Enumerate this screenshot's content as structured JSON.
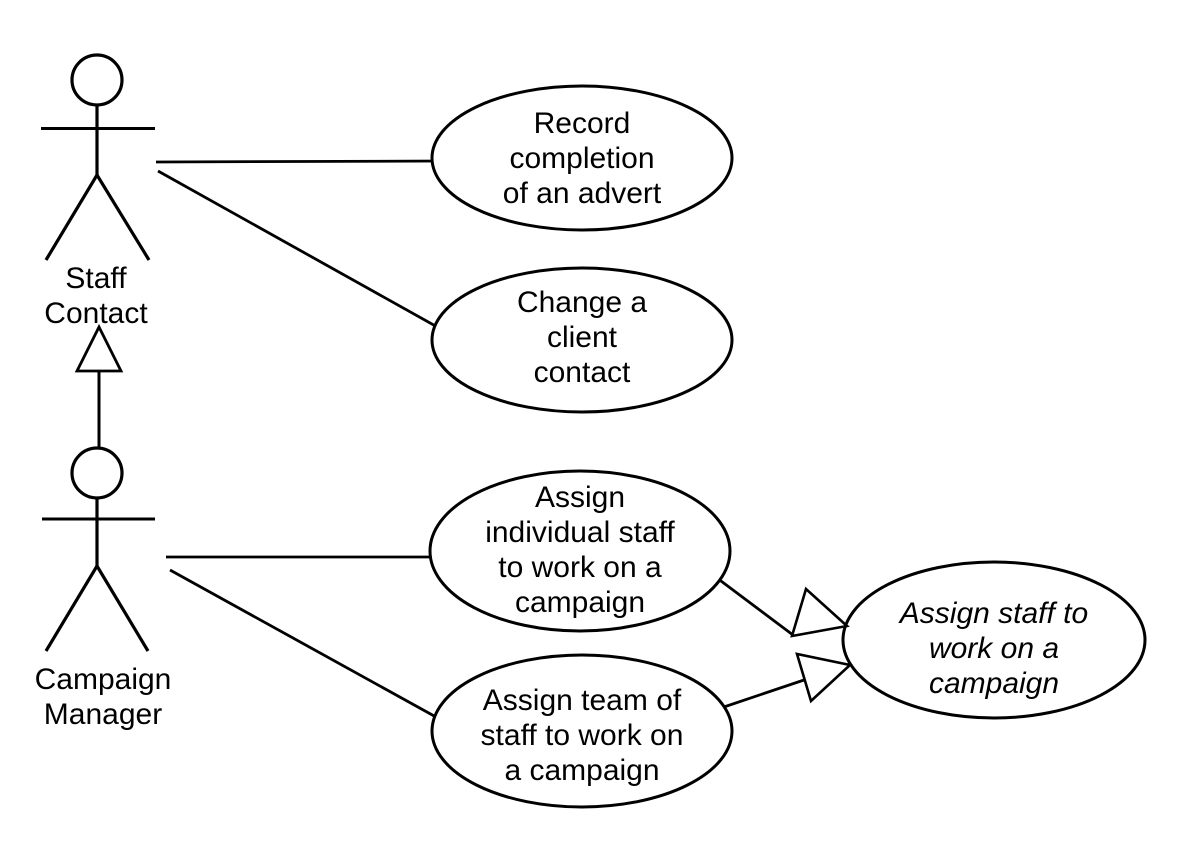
{
  "page": {
    "title": "Use case diagram",
    "background": "#ffffff",
    "line_color": "#000000"
  },
  "diagram": {
    "type": "uml-use-case-diagram",
    "actors": [
      {
        "id": "staff-contact",
        "label": "Staff\nContact"
      },
      {
        "id": "campaign-manager",
        "label": "Campaign\nManager"
      }
    ],
    "use_cases": [
      {
        "id": "record-completion-of-an-advert",
        "label": "Record\ncompletion\nof an advert",
        "abstract": false
      },
      {
        "id": "change-a-client-contact",
        "label": "Change a\nclient\ncontact",
        "abstract": false
      },
      {
        "id": "assign-individual-staff",
        "label": "Assign\nindividual staff\nto work on a\ncampaign",
        "abstract": false
      },
      {
        "id": "assign-team-of-staff",
        "label": "Assign team of\nstaff to work on\na campaign",
        "abstract": false
      },
      {
        "id": "assign-staff-abstract",
        "label": "Assign staff to\nwork on a\ncampaign",
        "abstract": true
      }
    ],
    "associations": [
      {
        "from": "Staff Contact",
        "to": "Record completion of an advert"
      },
      {
        "from": "Staff Contact",
        "to": "Change a client contact"
      },
      {
        "from": "Campaign Manager",
        "to": "Assign individual staff to work on a campaign"
      },
      {
        "from": "Campaign Manager",
        "to": "Assign team of staff to work on a campaign"
      }
    ],
    "generalizations": [
      {
        "from": "Campaign Manager",
        "to": "Staff Contact"
      },
      {
        "from": "Assign individual staff to work on a campaign",
        "to": "Assign staff to work on a campaign"
      },
      {
        "from": "Assign team of staff to work on a campaign",
        "to": "Assign staff to work on a campaign"
      }
    ]
  }
}
